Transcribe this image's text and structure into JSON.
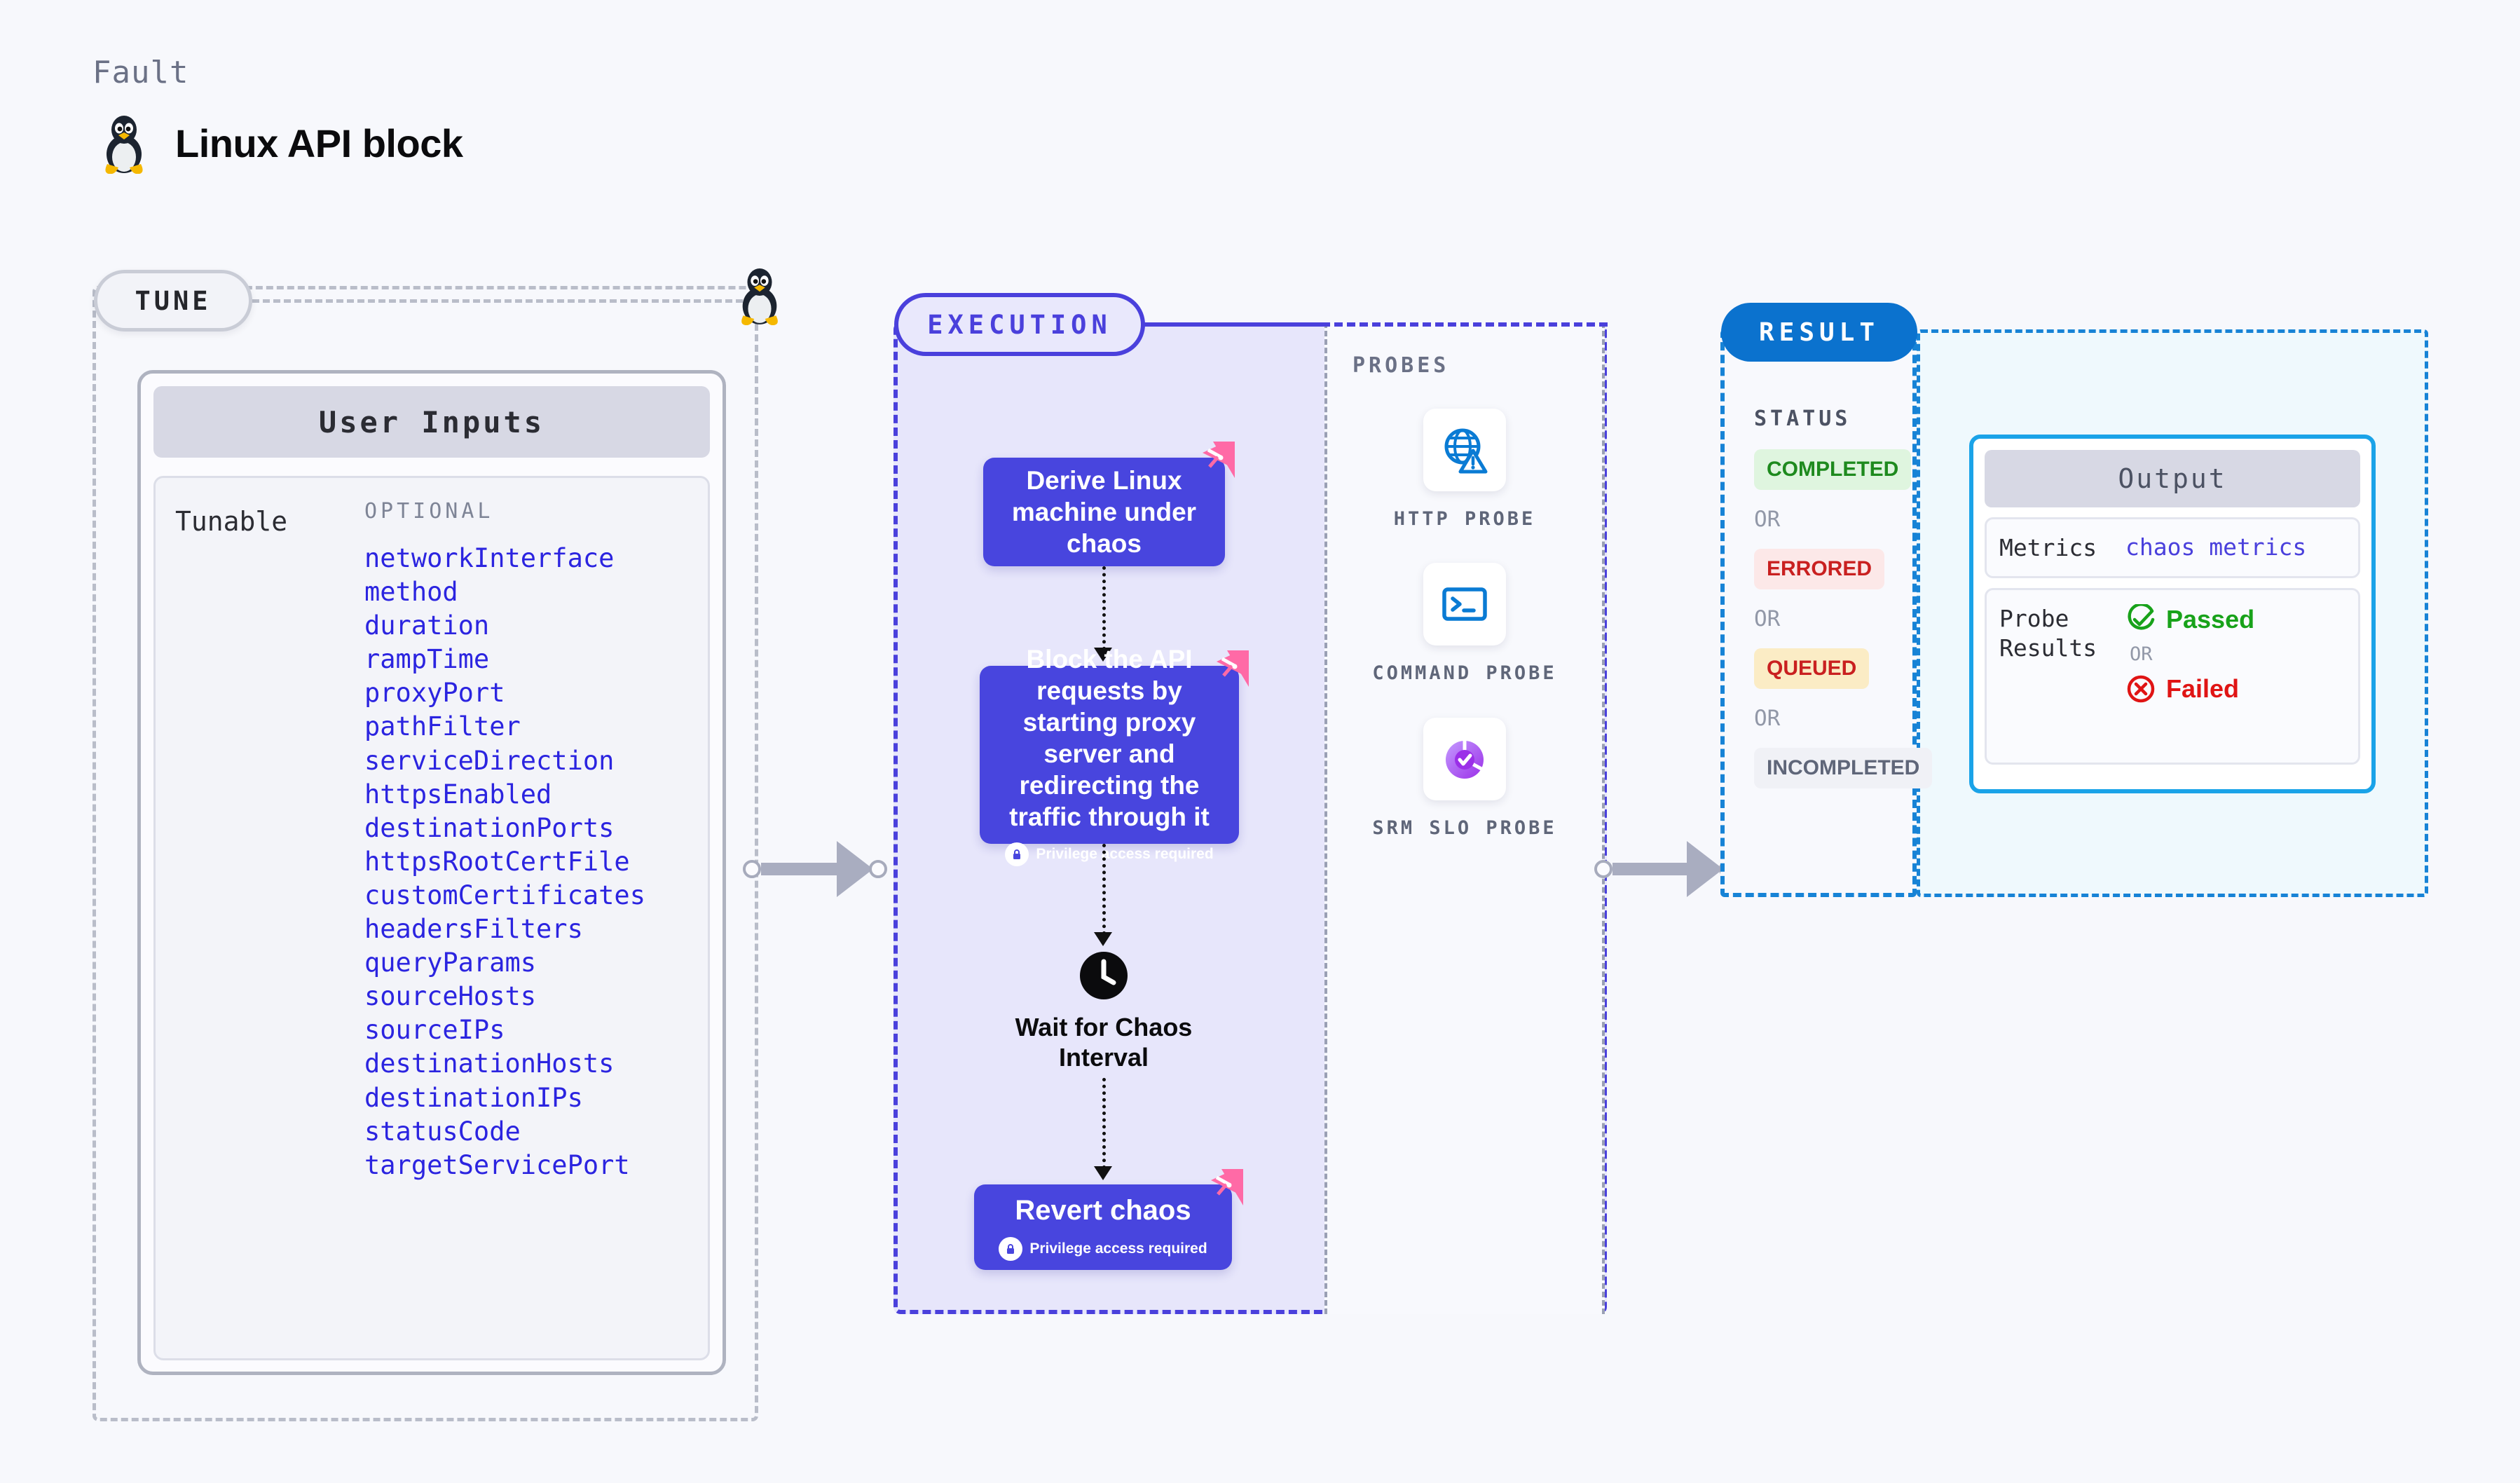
{
  "header": {
    "kicker": "Fault",
    "title": "Linux API block",
    "icon": "linux-penguin-icon"
  },
  "tune": {
    "pill_label": "TUNE",
    "card_title": "User Inputs",
    "group_label": "Tunable",
    "section_label": "OPTIONAL",
    "params": [
      "networkInterface",
      "method",
      "duration",
      "rampTime",
      "proxyPort",
      "pathFilter",
      "serviceDirection",
      "httpsEnabled",
      "destinationPorts",
      "httpsRootCertFile",
      "customCertificates",
      "headersFilters",
      "queryParams",
      "sourceHosts",
      "sourceIPs",
      "destinationHosts",
      "destinationIPs",
      "statusCode",
      "targetServicePort"
    ]
  },
  "execution": {
    "pill_label": "EXECUTION",
    "privilege_note": "Privilege access required",
    "steps": [
      {
        "label": "Derive Linux machine under chaos",
        "privileged": false,
        "badge": "litmus-chaos-badge-icon"
      },
      {
        "label": "Block the API requests by starting proxy server and redirecting the traffic through it",
        "privileged": true,
        "badge": "litmus-chaos-badge-icon"
      },
      {
        "label": "Wait for Chaos Interval",
        "privileged": false,
        "badge": "clock-icon"
      },
      {
        "label": "Revert chaos",
        "privileged": true,
        "badge": "litmus-chaos-badge-icon"
      }
    ]
  },
  "probes": {
    "title": "PROBES",
    "items": [
      {
        "label": "HTTP PROBE",
        "icon": "globe-warning-icon"
      },
      {
        "label": "COMMAND PROBE",
        "icon": "terminal-icon"
      },
      {
        "label": "SRM SLO PROBE",
        "icon": "slo-donut-check-icon"
      }
    ]
  },
  "result": {
    "pill_label": "RESULT",
    "status_title": "STATUS",
    "or_label": "OR",
    "statuses": [
      {
        "label": "COMPLETED",
        "bg": "#DFF5DF",
        "color": "#1E8A1E"
      },
      {
        "label": "ERRORED",
        "bg": "#FCE8E8",
        "color": "#C92020"
      },
      {
        "label": "QUEUED",
        "bg": "#FBECC5",
        "color": "#C92020"
      },
      {
        "label": "INCOMPLETED",
        "bg": "#F0F1F6",
        "color": "#5F6679"
      }
    ]
  },
  "output": {
    "title": "Output",
    "metrics_key": "Metrics",
    "metrics_value": "chaos metrics",
    "probe_results_key": "Probe Results",
    "or_label": "OR",
    "passed_label": "Passed",
    "failed_label": "Failed"
  },
  "colors": {
    "accent_purple": "#4845DE",
    "accent_blue": "#0B72CE",
    "accent_cyan": "#1AA3E8",
    "chaos_pink": "#FF6AA6",
    "param_blue": "#2B24E0"
  }
}
